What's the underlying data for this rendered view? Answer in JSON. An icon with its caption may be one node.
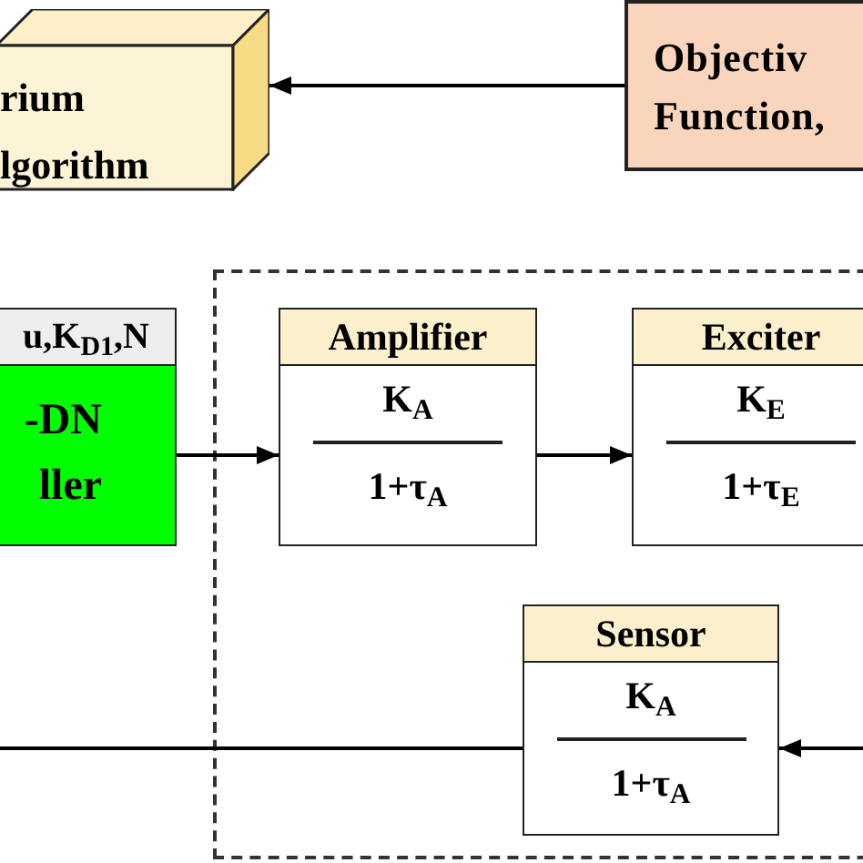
{
  "diagram": {
    "nodes": [
      {
        "text": [
          "rium lgorithm"
        ]
      },
      {
        "text": [
          "Objectiv Function,"
        ]
      },
      {
        "text": [],
        "shape": "box"
      },
      {
        "text": [
          "u,K$_{D1}$,N",
          "-DN ller"
        ]
      },
      {
        "text": [
          "Amplifier",
          "K$_{A}$",
          "1+τ$_{A}$"
        ],
        "in": 2
      },
      {
        "text": [
          "Exciter",
          "K$_{E}$",
          "1+τ$_{E}$"
        ],
        "in": 2
      },
      {
        "text": [
          "Sensor",
          "K$_{A}$",
          "1+τ$_{A}$"
        ],
        "in": 2
      }
    ],
    "edges": [
      {
        "from": 1,
        "to": 0,
        "arrow": "to"
      },
      {
        "from": 3,
        "to": 4,
        "arrow": "to"
      },
      {
        "from": 4,
        "to": 5,
        "arrow": "to"
      },
      {
        "from": null,
        "to": 6,
        "arrow": "to"
      },
      {
        "from": 6,
        "to": null,
        "arrow": "none"
      }
    ]
  }
}
